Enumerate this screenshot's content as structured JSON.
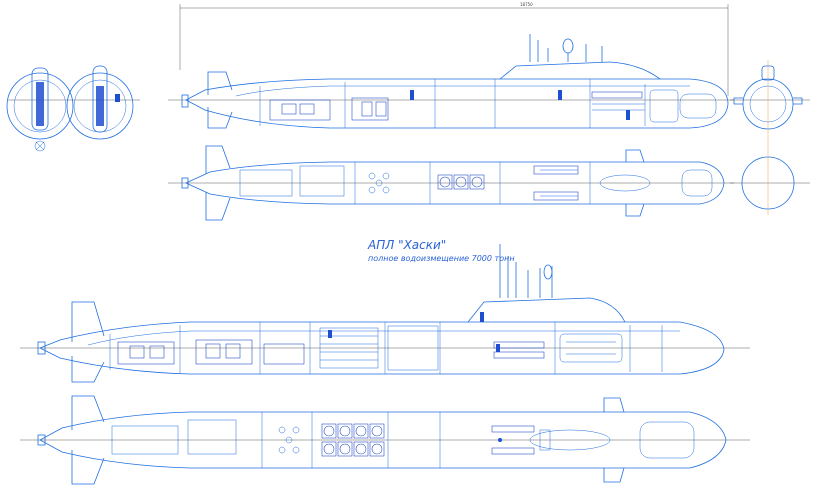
{
  "drawing": {
    "title": "АПЛ \"Хаски\"",
    "subtitle": "полное водоизмещение 7000 тонн",
    "dimension_label": "18750"
  },
  "colors": {
    "line": "#1f6fe0",
    "dark": "#1e4fd0",
    "accent": "#e8a040",
    "background": "#ffffff"
  },
  "views": [
    {
      "name": "cross-section-fore"
    },
    {
      "name": "cross-section-aft"
    },
    {
      "name": "variant-1-side-profile"
    },
    {
      "name": "variant-1-top-plan"
    },
    {
      "name": "variant-1-front-view"
    },
    {
      "name": "variant-1-front-section"
    },
    {
      "name": "variant-2-side-profile"
    },
    {
      "name": "variant-2-top-plan"
    }
  ]
}
